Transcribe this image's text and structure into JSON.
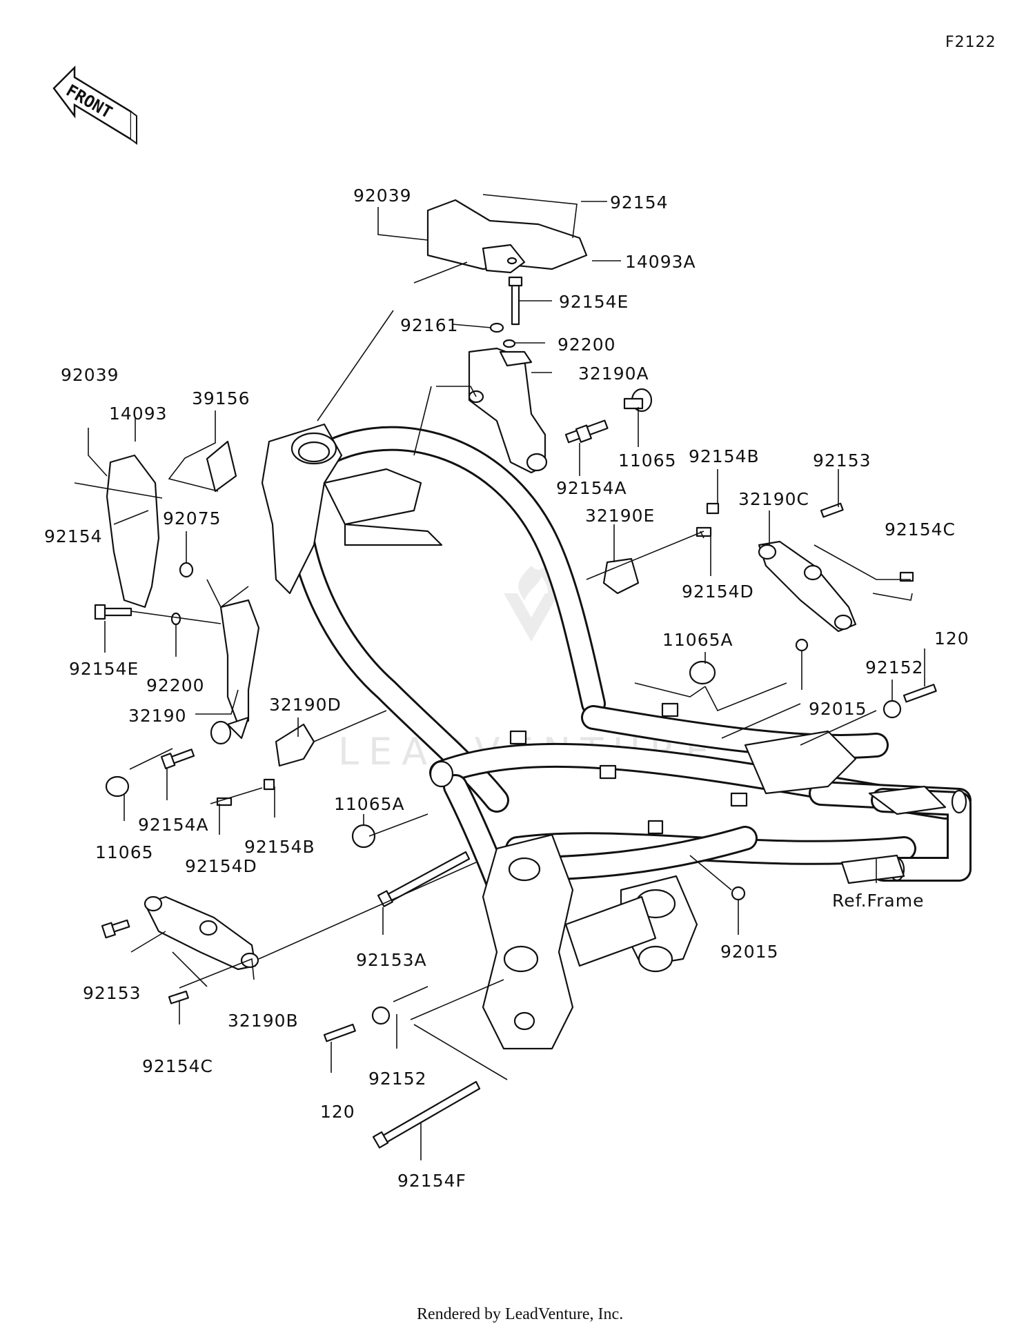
{
  "diagram_code": "F2122",
  "front_label": "FRONT",
  "frame_ref": "Ref.Frame",
  "footer": "Rendered by LeadVenture, Inc.",
  "watermark": "LEADVENTURE",
  "parts": {
    "p_92039_top": "92039",
    "p_92154_top": "92154",
    "p_14093A": "14093A",
    "p_92154E_top": "92154E",
    "p_92161": "92161",
    "p_92200_top": "92200",
    "p_32190A": "32190A",
    "p_11065_top": "11065",
    "p_92154A_top": "92154A",
    "p_92039_left": "92039",
    "p_14093": "14093",
    "p_39156": "39156",
    "p_92154_left": "92154",
    "p_92075": "92075",
    "p_92154E_left": "92154E",
    "p_92200_left": "92200",
    "p_32190": "32190",
    "p_92154B_top": "92154B",
    "p_32190E": "32190E",
    "p_92154D_top": "92154D",
    "p_92153_top": "92153",
    "p_32190C": "32190C",
    "p_92154C_top": "92154C",
    "p_11065A_top": "11065A",
    "p_120_top": "120",
    "p_92152_top": "92152",
    "p_92015_top": "92015",
    "p_32190D": "32190D",
    "p_11065A_mid": "11065A",
    "p_11065_left": "11065",
    "p_92154A_left": "92154A",
    "p_92154D_left": "92154D",
    "p_92154B_left": "92154B",
    "p_92153A": "92153A",
    "p_92015_bot": "92015",
    "p_92153_left": "92153",
    "p_32190B": "32190B",
    "p_92154C_left": "92154C",
    "p_120_bot": "120",
    "p_92152_bot": "92152",
    "p_92154F": "92154F"
  }
}
